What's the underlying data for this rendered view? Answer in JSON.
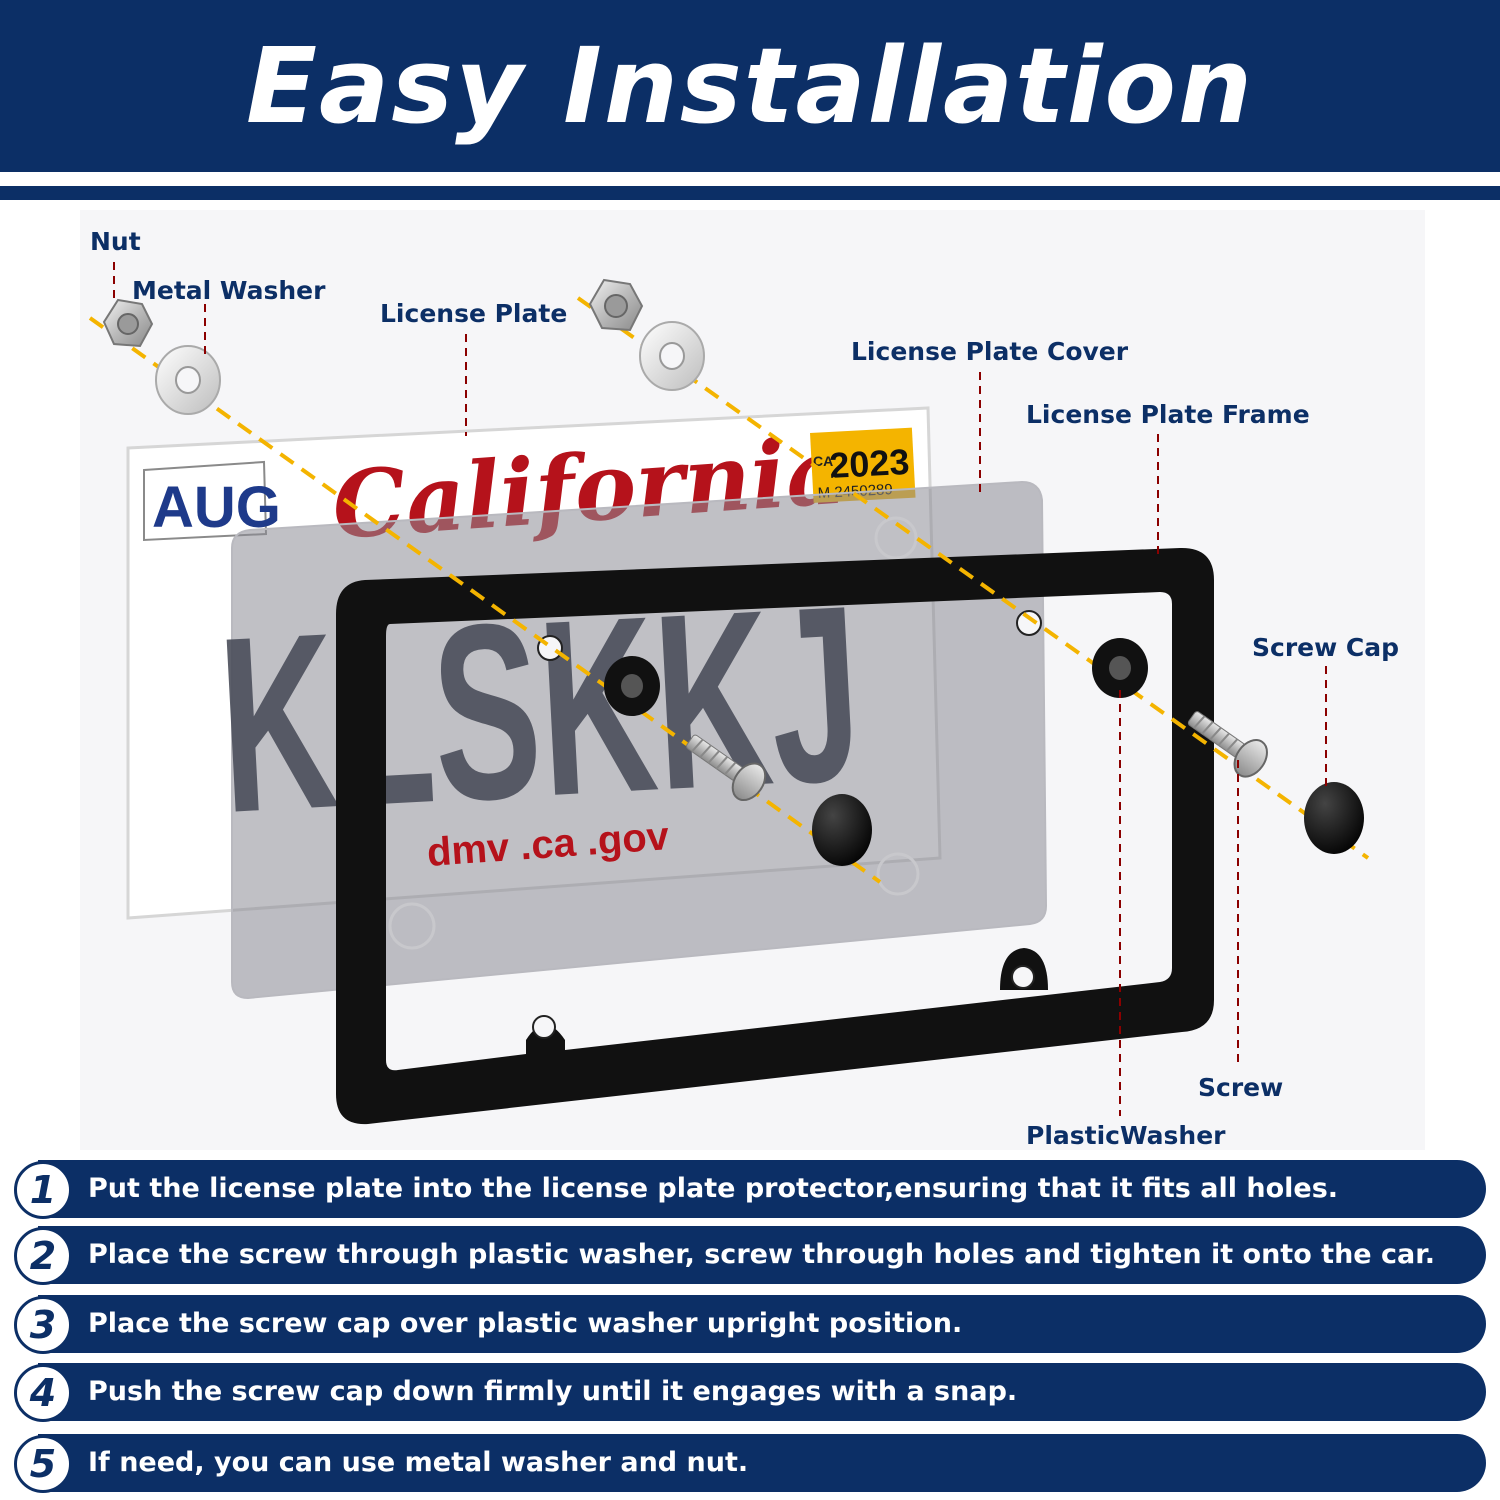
{
  "header": {
    "title": "Easy Installation"
  },
  "colors": {
    "navy": "#0c2f66",
    "guide_line": "#f4b400",
    "callout_line": "#8b0000",
    "frame": "#111111"
  },
  "plate": {
    "month_sticker": "AUG",
    "state": "California",
    "year_sticker": "2023",
    "sticker_state": "CA",
    "sticker_code": "M 2450289",
    "plate_number": "KLSKKJ",
    "website": "dmv .ca .gov"
  },
  "labels": {
    "nut": "Nut",
    "metal_washer": "Metal Washer",
    "license_plate": "License Plate",
    "license_plate_cover": "License Plate Cover",
    "license_plate_frame": "License Plate Frame",
    "screw_cap": "Screw Cap",
    "screw": "Screw",
    "plastic_washer": "PlasticWasher"
  },
  "icons": [
    "nut-icon",
    "metal-washer-icon",
    "screw-icon",
    "plastic-washer-icon",
    "screw-cap-icon"
  ],
  "steps": [
    {
      "number": "1",
      "text": "Put the license plate into the license plate protector,ensuring that it fits all holes."
    },
    {
      "number": "2",
      "text": "Place the screw through plastic washer, screw through holes and tighten it onto the car."
    },
    {
      "number": "3",
      "text": "Place the screw cap over plastic washer upright position."
    },
    {
      "number": "4",
      "text": "Push the screw cap down firmly until it engages with a snap."
    },
    {
      "number": "5",
      "text": "If need, you can use metal washer and nut."
    }
  ]
}
